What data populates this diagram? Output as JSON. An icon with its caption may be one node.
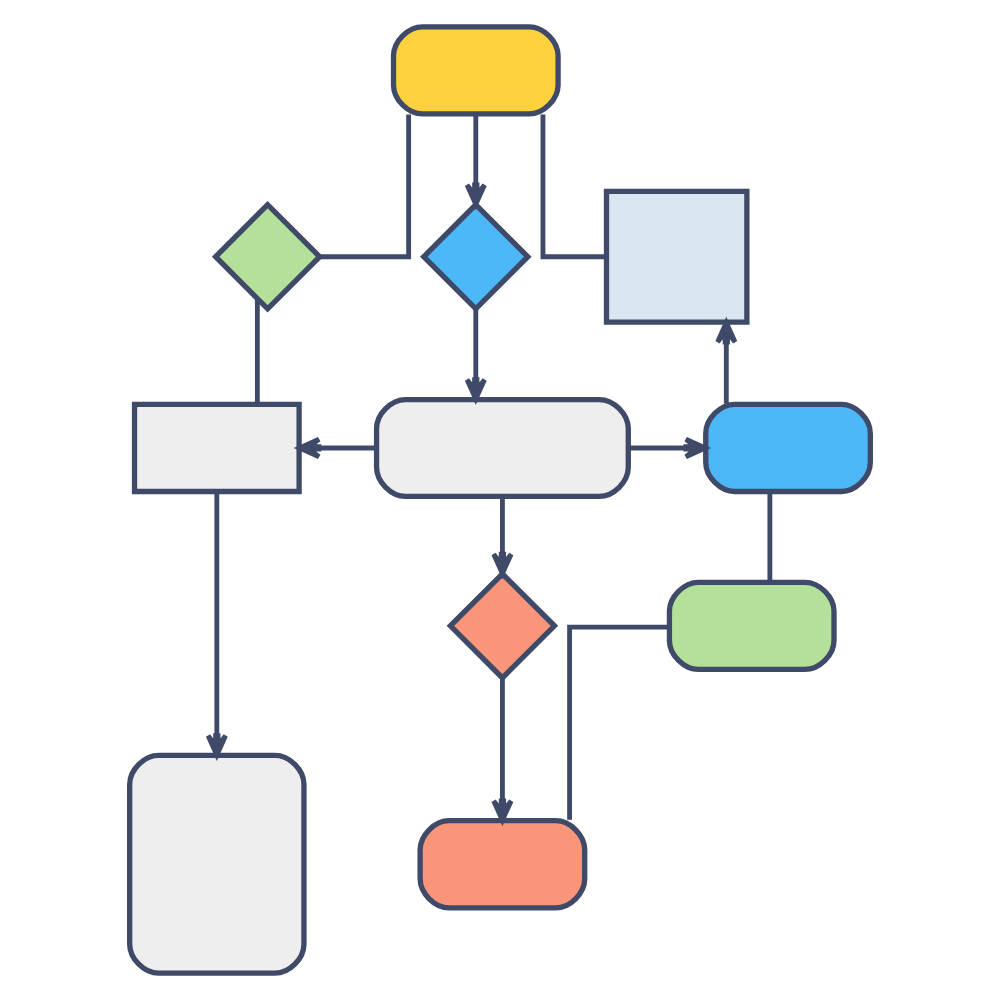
{
  "diagram": {
    "nodes": [
      {
        "text": [],
        "shape": "box"
      },
      {
        "text": [],
        "shape": "diamond"
      },
      {
        "text": [],
        "shape": "diamond"
      },
      {
        "text": [],
        "shape": "box"
      },
      {
        "text": [],
        "shape": "box"
      },
      {
        "text": [],
        "shape": "box"
      },
      {
        "text": [],
        "shape": "box"
      },
      {
        "text": [],
        "shape": "diamond"
      },
      {
        "text": [],
        "shape": "box"
      },
      {
        "text": [],
        "shape": "box"
      },
      {
        "text": [],
        "shape": "box"
      }
    ],
    "edges": [
      {
        "from": 0,
        "to": 1,
        "arrow": "none"
      },
      {
        "from": 0,
        "to": 2,
        "arrow": "to"
      },
      {
        "from": 0,
        "to": 3,
        "arrow": "none"
      },
      {
        "from": 1,
        "to": 4,
        "arrow": "none"
      },
      {
        "from": 2,
        "to": 5,
        "arrow": "to"
      },
      {
        "from": 5,
        "to": 4,
        "arrow": "to"
      },
      {
        "from": 5,
        "to": 6,
        "arrow": "to"
      },
      {
        "from": 5,
        "to": 7,
        "arrow": "to"
      },
      {
        "from": 4,
        "to": 9,
        "arrow": "to"
      },
      {
        "from": 7,
        "to": 10,
        "arrow": "to"
      },
      {
        "from": 10,
        "to": 8,
        "arrow": "none"
      },
      {
        "from": 8,
        "to": 6,
        "arrow": "none"
      },
      {
        "from": 6,
        "to": 3,
        "arrow": "to"
      }
    ]
  }
}
